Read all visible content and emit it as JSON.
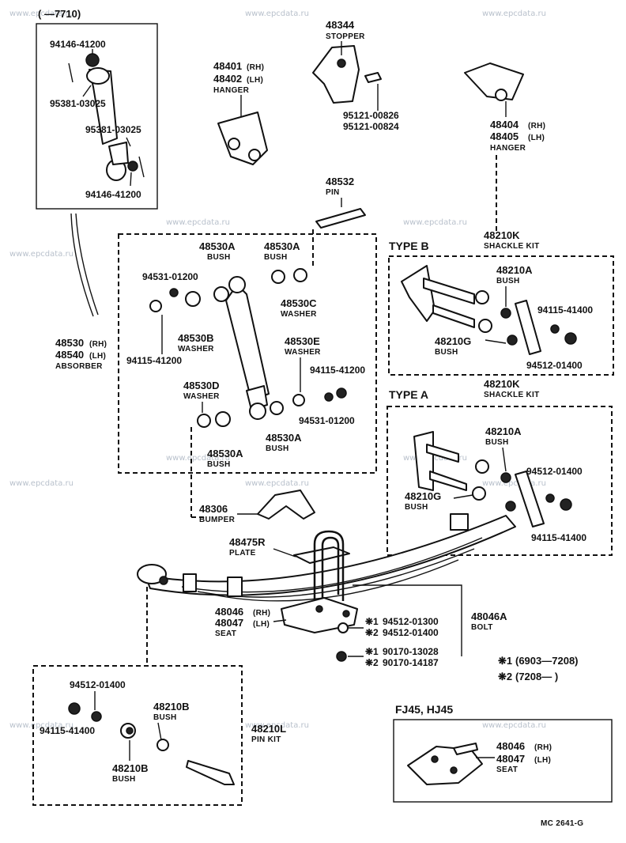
{
  "watermark": "www.epcdata.ru",
  "inset_top": {
    "title": "(   —7710)",
    "top_pin": "94146-41200",
    "top_bolt": "95381-03025",
    "low_bolt": "95381-03025",
    "low_pin": "94146-41200"
  },
  "stopper": {
    "number": "48344",
    "name": "STOPPER",
    "bolt1": "95121-00826",
    "bolt2": "95121-00824"
  },
  "hanger_front": {
    "rh": "48401",
    "lh": "48402",
    "rh_tag": "(RH)",
    "lh_tag": "(LH)",
    "name": "HANGER"
  },
  "hanger_rear": {
    "rh": "48404",
    "lh": "48405",
    "rh_tag": "(RH)",
    "lh_tag": "(LH)",
    "name": "HANGER"
  },
  "pin": {
    "number": "48532",
    "name": "PIN"
  },
  "absorber": {
    "rh": "48530",
    "lh": "48540",
    "rh_tag": "(RH)",
    "lh_tag": "(LH)",
    "name": "ABSORBER",
    "bush_a1": "48530A",
    "bush_a2": "48530A",
    "bush_a3": "48530A",
    "bush_a4": "48530A",
    "washer_b": "48530B",
    "washer_c": "48530C",
    "washer_d": "48530D",
    "washer_e": "48530E",
    "bush": "BUSH",
    "washer": "WASHER",
    "nut1": "94531-01200",
    "nut2": "94531-01200",
    "washer1": "94115-41200",
    "washer2": "94115-41200"
  },
  "type_b": {
    "title": "TYPE  B",
    "kit_no": "48210K",
    "kit_name": "SHACKLE  KIT",
    "bush_a": "48210A",
    "bush_g": "48210G",
    "bush": "BUSH",
    "p1": "94115-41400",
    "p2": "94512-01400"
  },
  "type_a": {
    "title": "TYPE  A",
    "kit_no": "48210K",
    "kit_name": "SHACKLE  KIT",
    "bush_a": "48210A",
    "bush_g": "48210G",
    "bush": "BUSH",
    "p1": "94512-01400",
    "p2": "94115-41400"
  },
  "bumper": {
    "number": "48306",
    "name": "BUMPER"
  },
  "plate": {
    "number": "48475R",
    "name": "PLATE"
  },
  "seat": {
    "rh": "48046",
    "lh": "48047",
    "rh_tag": "(RH)",
    "lh_tag": "(LH)",
    "name": "SEAT"
  },
  "bolt": {
    "number": "48046A",
    "name": "BOLT",
    "r1_mark": "❋1",
    "r1": "94512-01300",
    "r2_mark": "❋2",
    "r2": "94512-01400",
    "r3_mark": "❋1",
    "r3": "90170-13028",
    "r4_mark": "❋2",
    "r4": "90170-14187"
  },
  "legend": {
    "m1": "❋1",
    "v1": "(6903—7208)",
    "m2": "❋2",
    "v2": "(7208—        )"
  },
  "pin_kit": {
    "p1": "94512-01400",
    "p2": "94115-41400",
    "bush1": "48210B",
    "bush2": "48210B",
    "bush": "BUSH",
    "kit_no": "48210L",
    "kit_name": "PIN  KIT"
  },
  "fj45": {
    "title": "FJ45, HJ45",
    "rh": "48046",
    "lh": "48047",
    "rh_tag": "(RH)",
    "lh_tag": "(LH)",
    "name": "SEAT"
  },
  "ref": "MC 2641-G"
}
